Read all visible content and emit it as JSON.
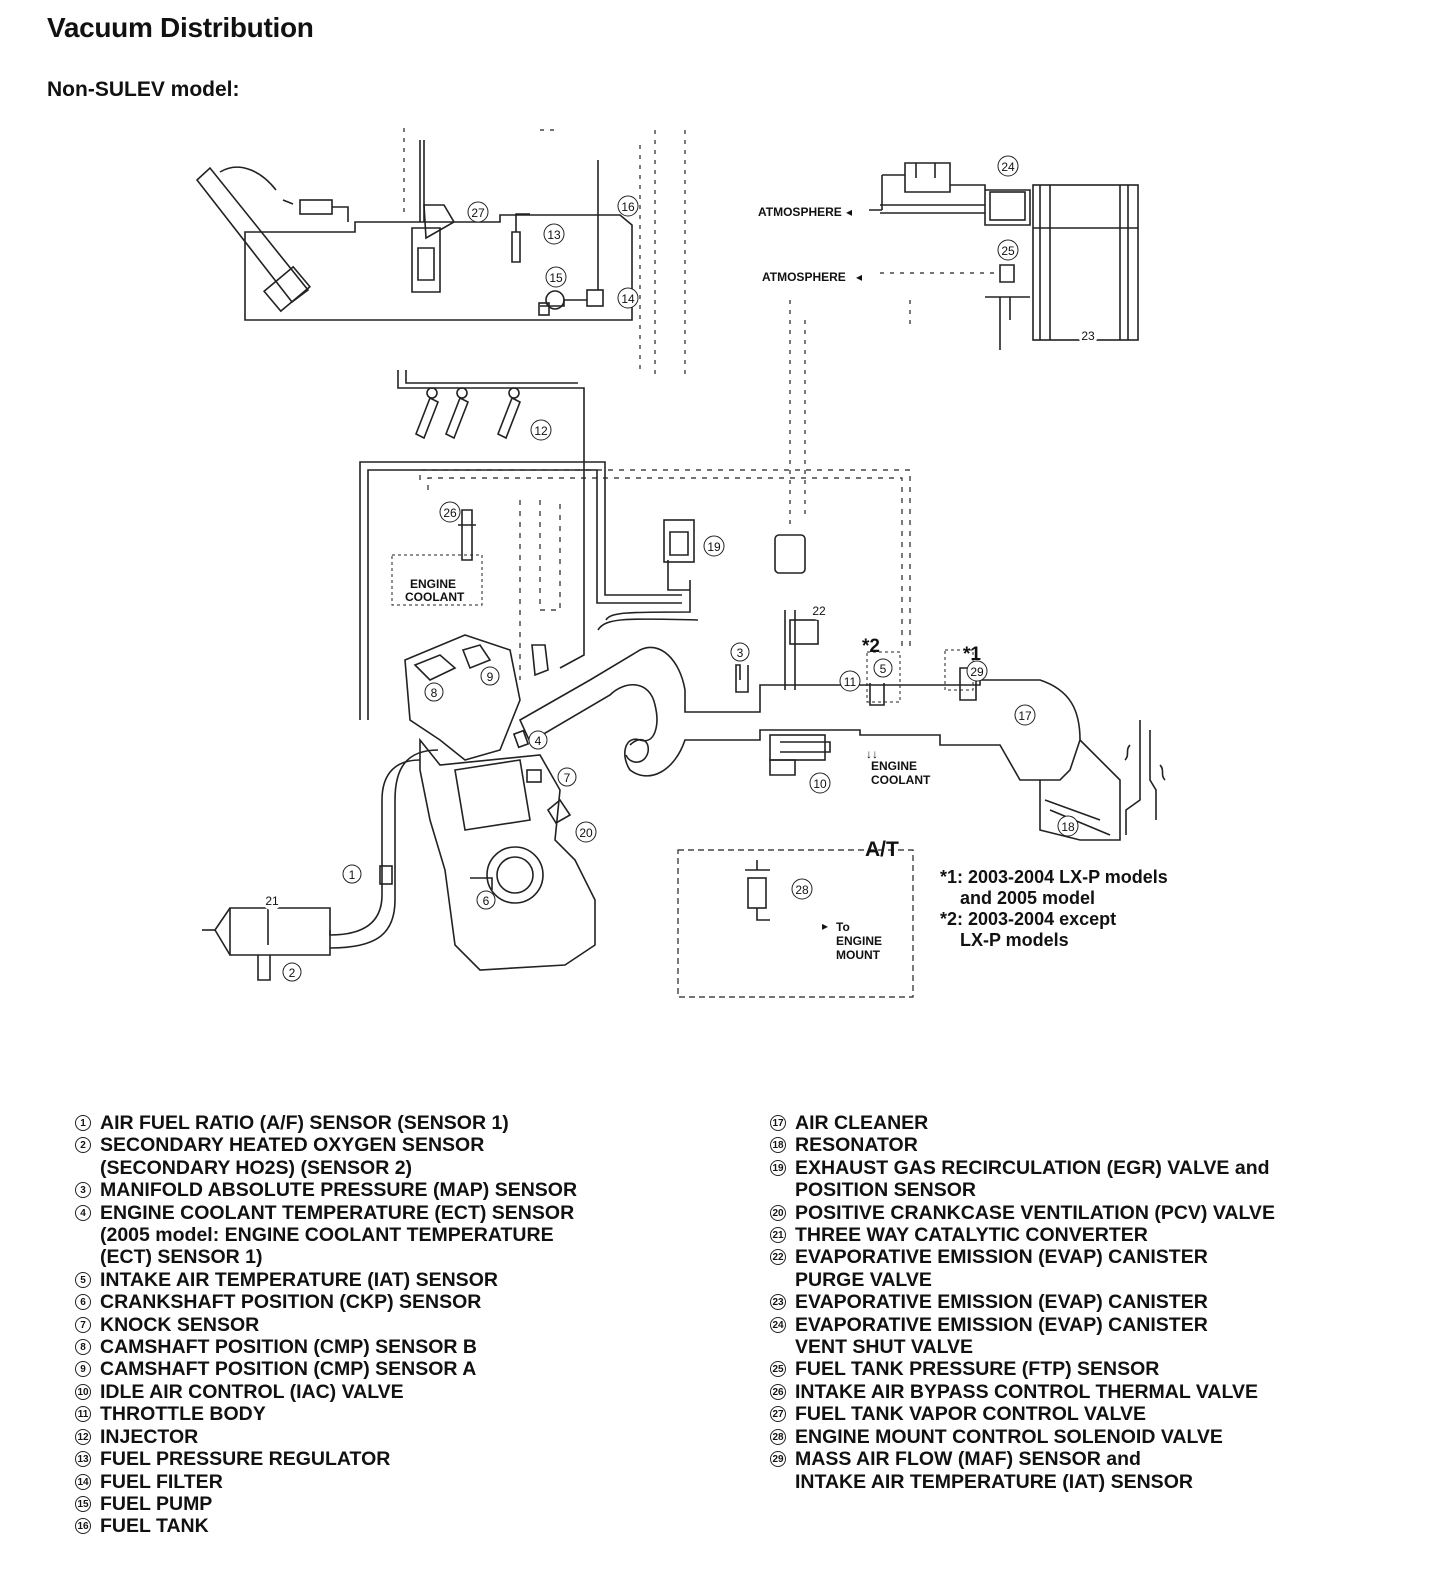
{
  "header": {
    "title": "Vacuum Distribution",
    "subtitle": "Non-SULEV model:"
  },
  "diagram": {
    "atmosphere_1": "ATMOSPHERE",
    "atmosphere_2": "ATMOSPHERE",
    "engine_coolant_1": [
      "ENGINE",
      "COOLANT"
    ],
    "engine_coolant_2": [
      "ENGINE",
      "COOLANT"
    ],
    "at_label": "A/T",
    "to_engine_mount": [
      "To",
      "ENGINE",
      "MOUNT"
    ],
    "marker_star1": "*1",
    "marker_star2": "*2",
    "notes": [
      "*1: 2003-2004 LX-P models",
      "and 2005 model",
      "*2: 2003-2004 except",
      "LX-P models"
    ]
  },
  "legend_left": [
    {
      "n": "1",
      "text": "AIR FUEL RATIO (A/F) SENSOR (SENSOR 1)"
    },
    {
      "n": "2",
      "text": "SECONDARY HEATED OXYGEN SENSOR\n(SECONDARY HO2S) (SENSOR 2)"
    },
    {
      "n": "3",
      "text": "MANIFOLD ABSOLUTE PRESSURE (MAP) SENSOR"
    },
    {
      "n": "4",
      "text": "ENGINE COOLANT TEMPERATURE (ECT) SENSOR\n(2005 model: ENGINE COOLANT TEMPERATURE\n(ECT) SENSOR 1)"
    },
    {
      "n": "5",
      "text": "INTAKE AIR TEMPERATURE (IAT) SENSOR"
    },
    {
      "n": "6",
      "text": "CRANKSHAFT POSITION (CKP) SENSOR"
    },
    {
      "n": "7",
      "text": "KNOCK SENSOR"
    },
    {
      "n": "8",
      "text": "CAMSHAFT POSITION (CMP) SENSOR B"
    },
    {
      "n": "9",
      "text": "CAMSHAFT POSITION (CMP) SENSOR A"
    },
    {
      "n": "10",
      "text": "IDLE AIR CONTROL (IAC) VALVE"
    },
    {
      "n": "11",
      "text": "THROTTLE BODY"
    },
    {
      "n": "12",
      "text": "INJECTOR"
    },
    {
      "n": "13",
      "text": "FUEL PRESSURE REGULATOR"
    },
    {
      "n": "14",
      "text": "FUEL FILTER"
    },
    {
      "n": "15",
      "text": "FUEL PUMP"
    },
    {
      "n": "16",
      "text": "FUEL TANK"
    }
  ],
  "legend_right": [
    {
      "n": "17",
      "text": "AIR CLEANER"
    },
    {
      "n": "18",
      "text": "RESONATOR"
    },
    {
      "n": "19",
      "text": "EXHAUST GAS RECIRCULATION (EGR) VALVE and\nPOSITION SENSOR"
    },
    {
      "n": "20",
      "text": "POSITIVE CRANKCASE VENTILATION (PCV) VALVE"
    },
    {
      "n": "21",
      "text": "THREE WAY CATALYTIC CONVERTER"
    },
    {
      "n": "22",
      "text": "EVAPORATIVE EMISSION (EVAP) CANISTER\nPURGE VALVE"
    },
    {
      "n": "23",
      "text": "EVAPORATIVE EMISSION (EVAP) CANISTER"
    },
    {
      "n": "24",
      "text": "EVAPORATIVE EMISSION (EVAP) CANISTER\nVENT SHUT VALVE"
    },
    {
      "n": "25",
      "text": "FUEL TANK PRESSURE (FTP) SENSOR"
    },
    {
      "n": "26",
      "text": "INTAKE AIR BYPASS CONTROL THERMAL VALVE"
    },
    {
      "n": "27",
      "text": "FUEL TANK VAPOR CONTROL VALVE"
    },
    {
      "n": "28",
      "text": "ENGINE MOUNT CONTROL SOLENOID VALVE"
    },
    {
      "n": "29",
      "text": "MASS AIR FLOW (MAF) SENSOR and\nINTAKE AIR TEMPERATURE (IAT) SENSOR"
    }
  ]
}
